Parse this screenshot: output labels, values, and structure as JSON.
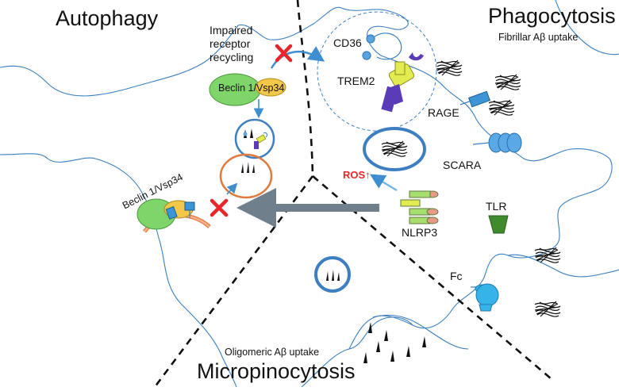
{
  "titles": {
    "autophagy": "Autophagy",
    "phagocytosis": "Phagocytosis",
    "micropinocytosis": "Micropinocytosis"
  },
  "subtitles": {
    "fibrillar": "Fibrillar Aβ uptake",
    "oligomeric": "Oligomeric Aβ uptake"
  },
  "labels": {
    "impaired": [
      "Impaired",
      "receptor",
      "recycling"
    ],
    "beclin_top": "Beclin 1/Vsp34",
    "beclin_bottom": "Beclin 1/Vsp34",
    "cd36": "CD36",
    "trem2": "TREM2",
    "rage": "RAGE",
    "scara": "SCARA",
    "ros": "ROS↑",
    "nlrp3": "NLRP3",
    "tlr": "TLR",
    "fc": "Fc"
  },
  "colors": {
    "membrane": "#3a7fc0",
    "vesicle_blue": "#3d7fc1",
    "vesicle_orange": "#e07a3c",
    "beclin_green": "#7fd46a",
    "vsp34_yellow": "#f2c84a",
    "receptor_blue": "#3b95d6",
    "trem2_purple": "#5a3cb8",
    "trem2_yellow": "#e3ec4f",
    "block_red": "#e8262a",
    "tlr_green": "#3e8a2c",
    "fc_cyan": "#36b4ea",
    "nlrp3_green": "#a8e070",
    "nlrp3_pink": "#e79b87",
    "arrow_grey": "#6f7f8c"
  }
}
